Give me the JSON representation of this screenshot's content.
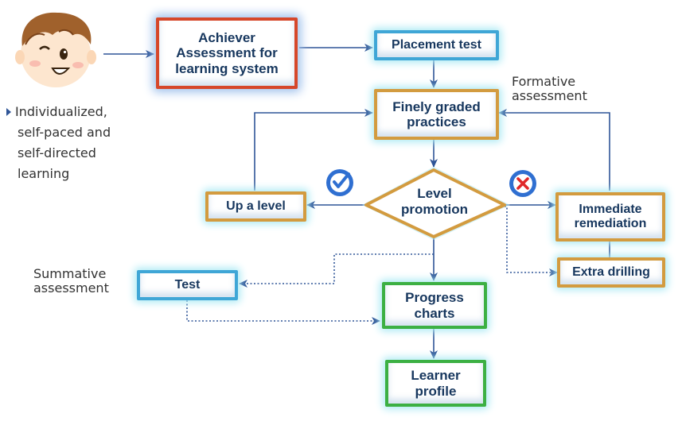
{
  "nodes": {
    "achiever": "Achiever Assessment for learning system",
    "placement_test": "Placement test",
    "finely_graded": "Finely graded practices",
    "level_promotion": "Level promotion",
    "up_a_level": "Up a level",
    "immediate_remediation": "Immediate remediation",
    "extra_drilling": "Extra drilling",
    "test": "Test",
    "progress_charts": "Progress charts",
    "learner_profile": "Learner profile"
  },
  "labels": {
    "formative_assessment": "Formative assessment",
    "summative_assessment": "Summative assessment"
  },
  "learner_bullet": {
    "lines": [
      "Individualized,",
      "self-paced  and",
      "self-directed",
      "learning"
    ]
  },
  "icons": {
    "learner": "learner-avatar-icon",
    "pass": "checkmark-icon",
    "fail": "cross-icon"
  },
  "colors": {
    "text": "#17375e",
    "arrow": "#2f5597",
    "orange_border": "#d39b3f",
    "green_border": "#3cb043",
    "blue_border": "#3fa6d6",
    "red_border": "#d6472a",
    "glow": "#aeeaf4"
  }
}
